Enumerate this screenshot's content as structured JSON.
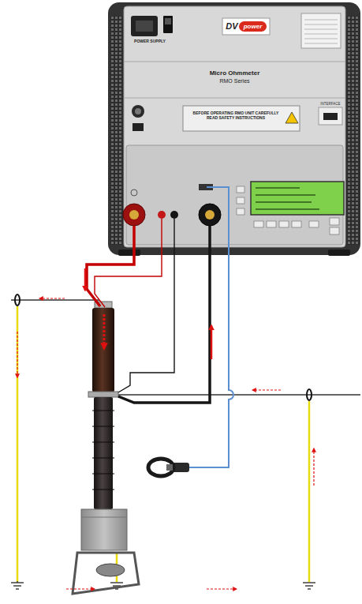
{
  "diagram": {
    "labels": [
      "POWER SUPPLY",
      "DV",
      "power",
      "Micro Ohmmeter",
      "RMO Series",
      "BEFORE OPERATING RMO UNIT CAREFULLY READ SAFETY INSTRUCTIONS",
      "INTERFACE"
    ]
  }
}
